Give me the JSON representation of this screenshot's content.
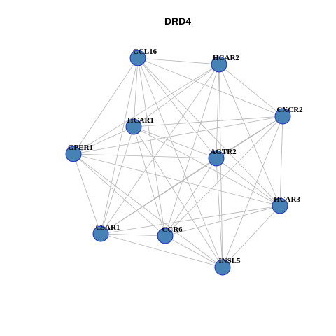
{
  "title": "DRD4",
  "colors": {
    "node_fill": "#4682b4",
    "node_stroke": "#1e2fd6",
    "edge": "#b4b4b4",
    "background": "#ffffff"
  },
  "graph": {
    "nodes": [
      {
        "id": "CCL16",
        "label": "CCL16"
      },
      {
        "id": "HCAR2",
        "label": "HCAR2"
      },
      {
        "id": "CXCR2",
        "label": "CXCR2"
      },
      {
        "id": "HCAR1",
        "label": "HCAR1"
      },
      {
        "id": "GPER1",
        "label": "GPER1"
      },
      {
        "id": "AGTR2",
        "label": "AGTR2"
      },
      {
        "id": "HCAR3",
        "label": "HCAR3"
      },
      {
        "id": "C5AR1",
        "label": "C5AR1"
      },
      {
        "id": "CCR6",
        "label": "CCR6"
      },
      {
        "id": "INSL5",
        "label": "INSL5"
      }
    ],
    "edges": [
      [
        "CCL16",
        "HCAR2"
      ],
      [
        "CCL16",
        "CXCR2"
      ],
      [
        "CCL16",
        "HCAR1"
      ],
      [
        "CCL16",
        "GPER1"
      ],
      [
        "CCL16",
        "AGTR2"
      ],
      [
        "CCL16",
        "HCAR3"
      ],
      [
        "CCL16",
        "C5AR1"
      ],
      [
        "CCL16",
        "CCR6"
      ],
      [
        "CCL16",
        "INSL5"
      ],
      [
        "HCAR2",
        "CXCR2"
      ],
      [
        "HCAR2",
        "HCAR1"
      ],
      [
        "HCAR2",
        "GPER1"
      ],
      [
        "HCAR2",
        "AGTR2"
      ],
      [
        "HCAR2",
        "HCAR3"
      ],
      [
        "HCAR2",
        "C5AR1"
      ],
      [
        "HCAR2",
        "CCR6"
      ],
      [
        "HCAR2",
        "INSL5"
      ],
      [
        "CXCR2",
        "HCAR1"
      ],
      [
        "CXCR2",
        "GPER1"
      ],
      [
        "CXCR2",
        "AGTR2"
      ],
      [
        "CXCR2",
        "HCAR3"
      ],
      [
        "CXCR2",
        "C5AR1"
      ],
      [
        "CXCR2",
        "CCR6"
      ],
      [
        "CXCR2",
        "INSL5"
      ],
      [
        "HCAR1",
        "GPER1"
      ],
      [
        "HCAR1",
        "AGTR2"
      ],
      [
        "HCAR1",
        "HCAR3"
      ],
      [
        "HCAR1",
        "C5AR1"
      ],
      [
        "HCAR1",
        "CCR6"
      ],
      [
        "HCAR1",
        "INSL5"
      ],
      [
        "GPER1",
        "AGTR2"
      ],
      [
        "GPER1",
        "HCAR3"
      ],
      [
        "GPER1",
        "C5AR1"
      ],
      [
        "GPER1",
        "CCR6"
      ],
      [
        "GPER1",
        "INSL5"
      ],
      [
        "AGTR2",
        "HCAR3"
      ],
      [
        "AGTR2",
        "C5AR1"
      ],
      [
        "AGTR2",
        "CCR6"
      ],
      [
        "AGTR2",
        "INSL5"
      ],
      [
        "HCAR3",
        "C5AR1"
      ],
      [
        "HCAR3",
        "CCR6"
      ],
      [
        "HCAR3",
        "INSL5"
      ],
      [
        "C5AR1",
        "CCR6"
      ],
      [
        "C5AR1",
        "INSL5"
      ],
      [
        "CCR6",
        "INSL5"
      ]
    ]
  }
}
